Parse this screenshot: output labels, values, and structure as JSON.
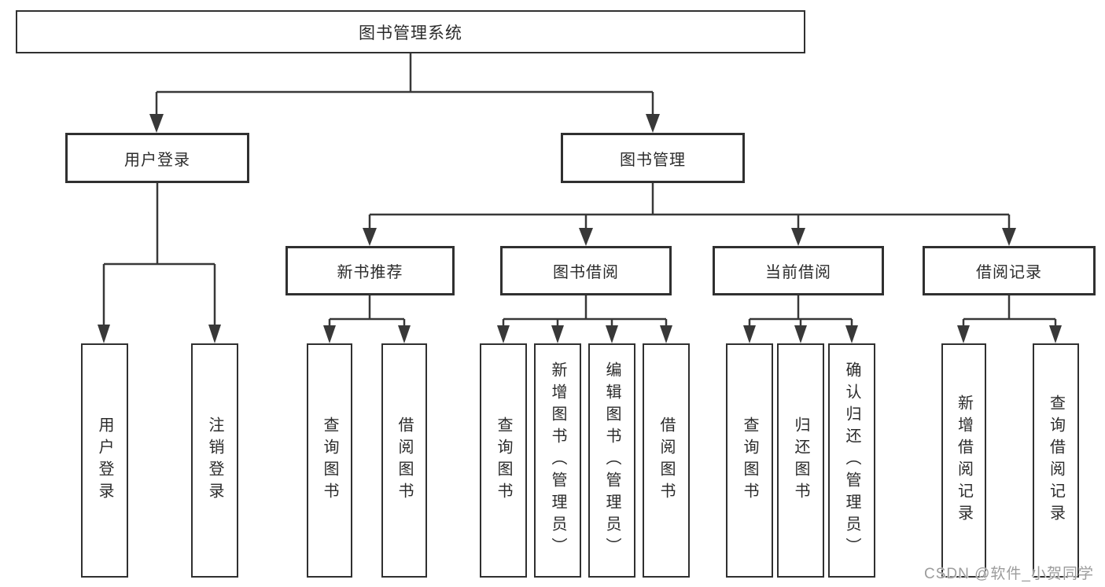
{
  "diagram": {
    "type": "hierarchy-tree",
    "root": {
      "label": "图书管理系统",
      "children": [
        {
          "label": "用户登录",
          "children": [
            {
              "label": "用户登录"
            },
            {
              "label": "注销登录"
            }
          ]
        },
        {
          "label": "图书管理",
          "children": [
            {
              "label": "新书推荐",
              "children": [
                {
                  "label": "查询图书"
                },
                {
                  "label": "借阅图书"
                }
              ]
            },
            {
              "label": "图书借阅",
              "children": [
                {
                  "label": "查询图书"
                },
                {
                  "label": "新增图书（管理员）"
                },
                {
                  "label": "编辑图书（管理员）"
                },
                {
                  "label": "借阅图书"
                }
              ]
            },
            {
              "label": "当前借阅",
              "children": [
                {
                  "label": "查询图书"
                },
                {
                  "label": "归还图书"
                },
                {
                  "label": "确认归还（管理员）"
                }
              ]
            },
            {
              "label": "借阅记录",
              "children": [
                {
                  "label": "新增借阅记录"
                },
                {
                  "label": "查询借阅记录"
                }
              ]
            }
          ]
        }
      ]
    },
    "colors": {
      "line": "#383838",
      "box_border": "#303030",
      "text": "#2b2b2b",
      "background": "#ffffff",
      "watermark": "#9c9c9c"
    }
  },
  "watermark": {
    "text": "CSDN @软件_小贺同学"
  }
}
